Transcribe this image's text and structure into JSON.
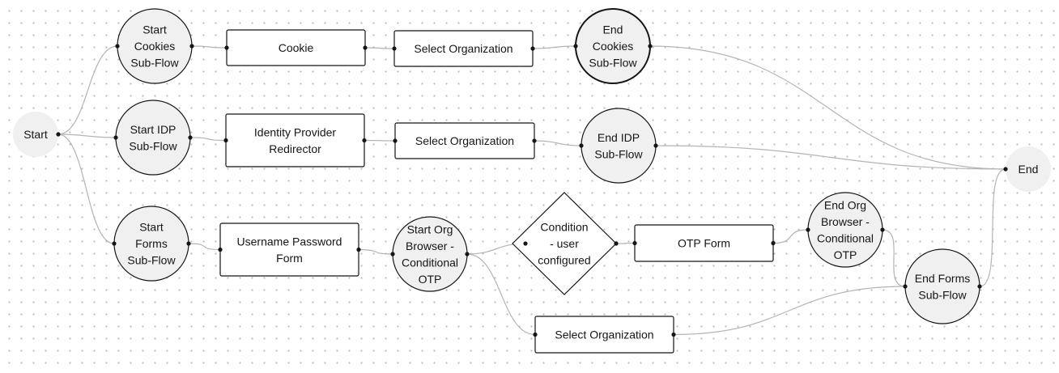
{
  "diagram": {
    "nodes": [
      {
        "id": "start",
        "lines": [
          "Start"
        ]
      },
      {
        "id": "start-cookies",
        "lines": [
          "Start",
          "Cookies",
          "Sub-Flow"
        ]
      },
      {
        "id": "cookie",
        "lines": [
          "Cookie"
        ]
      },
      {
        "id": "select-org-1",
        "lines": [
          "Select Organization"
        ]
      },
      {
        "id": "end-cookies",
        "lines": [
          "End",
          "Cookies",
          "Sub-Flow"
        ]
      },
      {
        "id": "start-idp",
        "lines": [
          "Start IDP",
          "Sub-Flow"
        ]
      },
      {
        "id": "idp-redirector",
        "lines": [
          "Identity Provider",
          "Redirector"
        ]
      },
      {
        "id": "select-org-2",
        "lines": [
          "Select Organization"
        ]
      },
      {
        "id": "end-idp",
        "lines": [
          "End IDP",
          "Sub-Flow"
        ]
      },
      {
        "id": "end",
        "lines": [
          "End"
        ]
      },
      {
        "id": "start-forms",
        "lines": [
          "Start",
          "Forms",
          "Sub-Flow"
        ]
      },
      {
        "id": "username-password",
        "lines": [
          "Username Password",
          "Form"
        ]
      },
      {
        "id": "start-org-browser",
        "lines": [
          "Start Org",
          "Browser -",
          "Conditional",
          "OTP"
        ]
      },
      {
        "id": "condition-user",
        "lines": [
          "Condition",
          "- user",
          "configured"
        ]
      },
      {
        "id": "otp-form",
        "lines": [
          "OTP Form"
        ]
      },
      {
        "id": "end-org-browser",
        "lines": [
          "End Org",
          "Browser -",
          "Conditional",
          "OTP"
        ]
      },
      {
        "id": "end-forms",
        "lines": [
          "End Forms",
          "Sub-Flow"
        ]
      },
      {
        "id": "select-org-3",
        "lines": [
          "Select Organization"
        ]
      }
    ]
  }
}
